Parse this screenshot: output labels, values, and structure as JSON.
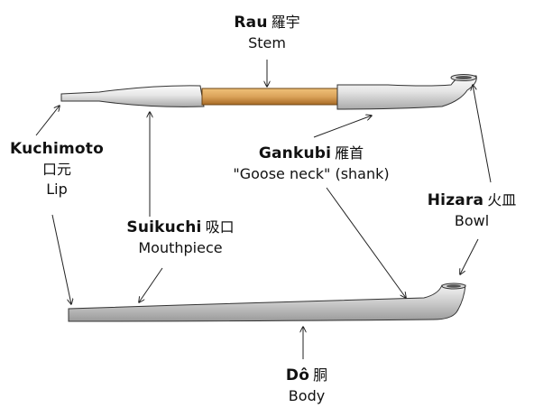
{
  "labels": {
    "rau": {
      "name": "Rau",
      "kanji": "羅宇",
      "english": "Stem"
    },
    "kuchimoto": {
      "name": "Kuchimoto",
      "kanji": "口元",
      "english": "Lip"
    },
    "suikuchi": {
      "name": "Suikuchi",
      "kanji": "吸口",
      "english": "Mouthpiece"
    },
    "gankubi": {
      "name": "Gankubi",
      "kanji": "雁首",
      "english": "\"Goose neck\" (shank)"
    },
    "hizara": {
      "name": "Hizara",
      "kanji": "火皿",
      "english": "Bowl"
    },
    "do": {
      "name": "Dô",
      "kanji": "胴",
      "english": "Body"
    }
  },
  "colors": {
    "metal_light": "#f2f2f2",
    "metal_dark": "#a8a8a8",
    "bamboo_light": "#e8b56a",
    "bamboo_dark": "#b97a30",
    "outline": "#333333",
    "arrow": "#222222"
  }
}
